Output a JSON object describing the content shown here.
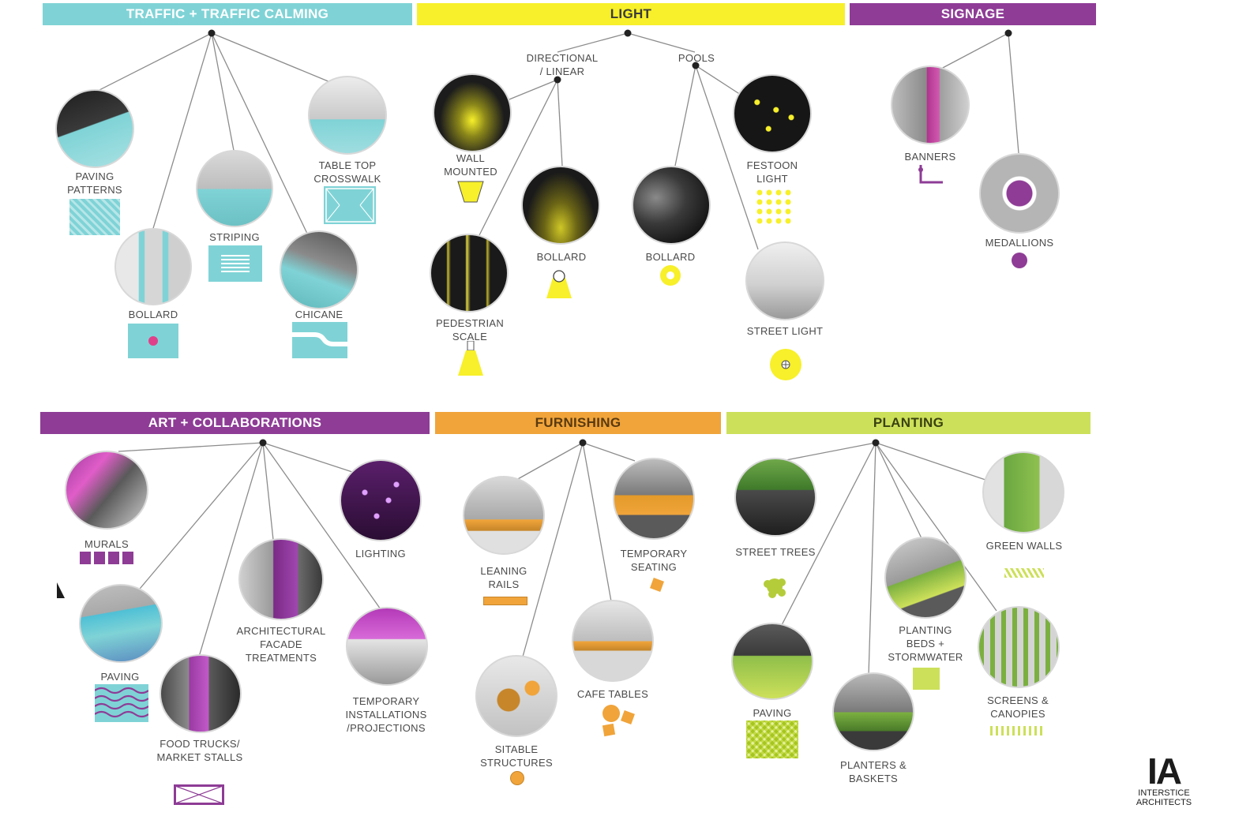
{
  "colors": {
    "teal": "#7fd3d6",
    "yellow": "#f7f02a",
    "purple": "#8e3c96",
    "orange": "#f0a43a",
    "green": "#cde05a",
    "line": "#8c8c8c"
  },
  "headers": {
    "traffic": "TRAFFIC + TRAFFIC CALMING",
    "light": "LIGHT",
    "signage": "SIGNAGE",
    "art": "ART + COLLABORATIONS",
    "furnishing": "FURNISHING",
    "planting": "PLANTING"
  },
  "labels": {
    "paving_patterns": "PAVING\nPATTERNS",
    "striping": "STRIPING",
    "table_top": "TABLE TOP\nCROSSWALK",
    "bollard_traffic": "BOLLARD",
    "chicane": "CHICANE",
    "directional": "DIRECTIONAL\n/ LINEAR",
    "pools": "POOLS",
    "wall_mounted": "WALL\nMOUNTED",
    "bollard_dir": "BOLLARD",
    "pedestrian": "PEDESTRIAN\nSCALE",
    "bollard_pools": "BOLLARD",
    "festoon": "FESTOON\nLIGHT",
    "street_light": "STREET LIGHT",
    "banners": "BANNERS",
    "medallions": "MEDALLIONS",
    "murals": "MURALS",
    "lighting": "LIGHTING",
    "paving_art": "PAVING",
    "architectural": "ARCHITECTURAL\nFACADE\nTREATMENTS",
    "food_trucks": "FOOD TRUCKS/\nMARKET STALLS",
    "temp_install": "TEMPORARY\nINSTALLATIONS\n/PROJECTIONS",
    "leaning_rails": "LEANING\nRAILS",
    "temp_seating": "TEMPORARY\nSEATING",
    "cafe_tables": "CAFE TABLES",
    "sitable": "SITABLE\nSTRUCTURES",
    "street_trees": "STREET TREES",
    "green_walls": "GREEN WALLS",
    "planting_beds": "PLANTING\nBEDS +\nSTORMWATER",
    "paving_plant": "PAVING",
    "planters": "PLANTERS &\nBASKETS",
    "screens": "SCREENS &\nCANOPIES"
  },
  "logo": {
    "mark": "IA",
    "name": "INTERSTICE\nARCHITECTS"
  }
}
